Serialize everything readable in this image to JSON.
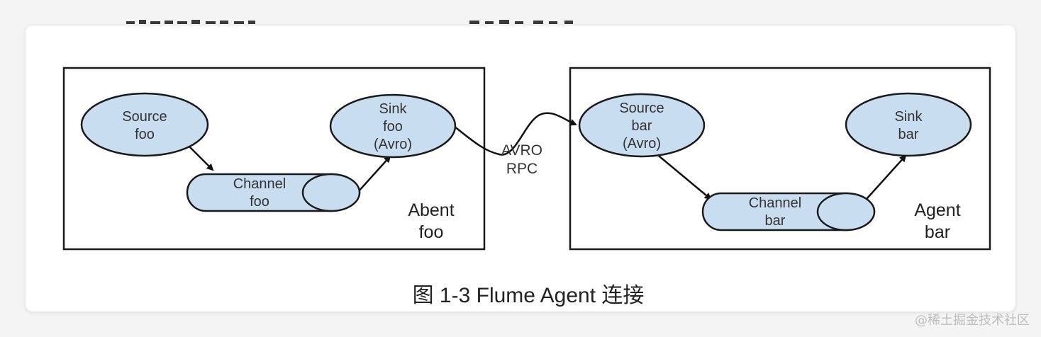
{
  "diagram": {
    "agent_foo": {
      "label_line1": "Abent",
      "label_line2": "foo",
      "source": {
        "line1": "Source",
        "line2": "foo"
      },
      "channel": {
        "line1": "Channel",
        "line2": "foo"
      },
      "sink": {
        "line1": "Sink",
        "line2": "foo",
        "line3": "(Avro)"
      }
    },
    "agent_bar": {
      "label_line1": "Agent",
      "label_line2": "bar",
      "source": {
        "line1": "Source",
        "line2": "bar",
        "line3": "(Avro)"
      },
      "channel": {
        "line1": "Channel",
        "line2": "bar"
      },
      "sink": {
        "line1": "Sink",
        "line2": "bar"
      }
    },
    "connection": {
      "line1": "AVRO",
      "line2": "RPC"
    }
  },
  "caption": "图 1-3 Flume Agent 连接",
  "watermark": "@稀土掘金技术社区",
  "colors": {
    "node_fill": "#c9ddf1",
    "node_stroke": "#1a1a1a",
    "card_bg": "#ffffff",
    "page_bg": "#f4f4f4"
  }
}
